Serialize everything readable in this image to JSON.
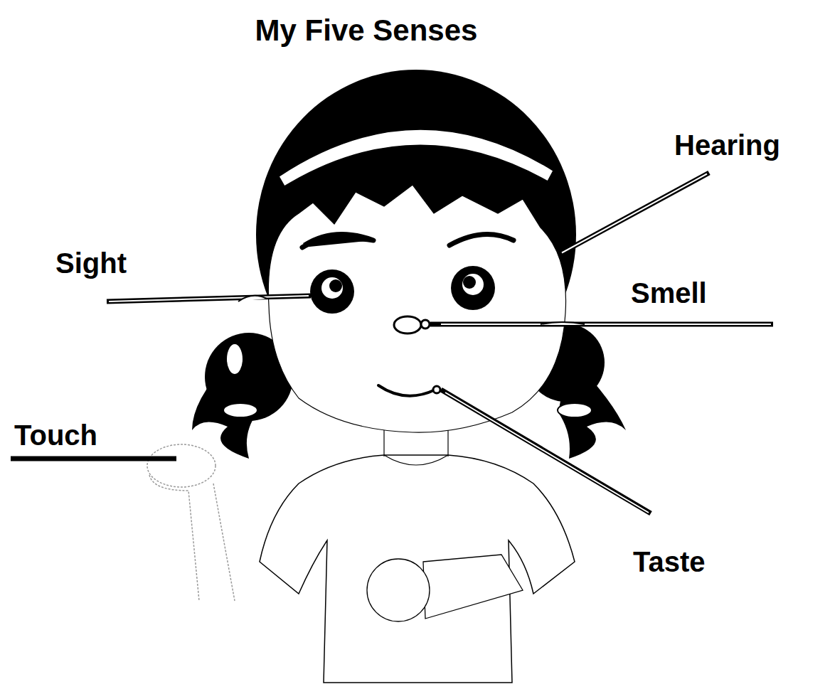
{
  "diagram": {
    "title": "My Five Senses",
    "labels": [
      "Hearing",
      "Sight",
      "Smell",
      "Touch",
      "Taste"
    ]
  }
}
